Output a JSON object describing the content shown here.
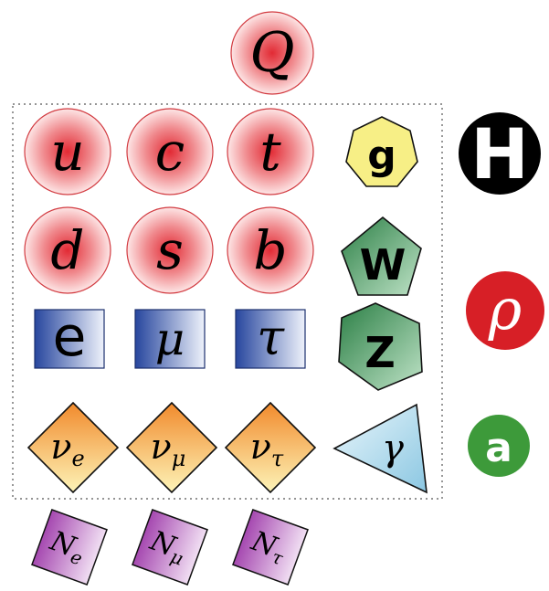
{
  "quarks": {
    "up_top": {
      "label": "Q"
    },
    "row1": [
      "u",
      "c",
      "t"
    ],
    "row2": [
      "d",
      "s",
      "b"
    ]
  },
  "leptons": {
    "charged": [
      "e",
      "μ",
      "τ"
    ],
    "neutrinos": [
      {
        "base": "ν",
        "sub": "e"
      },
      {
        "base": "ν",
        "sub": "μ"
      },
      {
        "base": "ν",
        "sub": "τ"
      }
    ],
    "sterile": [
      {
        "base": "N",
        "sub": "e"
      },
      {
        "base": "N",
        "sub": "μ"
      },
      {
        "base": "N",
        "sub": "τ"
      }
    ]
  },
  "bosons": {
    "gluon": "g",
    "w": "W",
    "z": "Z",
    "photon": "γ"
  },
  "extra": {
    "higgs": "H",
    "rho": "ρ",
    "axion": "a"
  },
  "colors": {
    "quark_fill": "#e8404a",
    "lepton_blue": "#2b4fa8",
    "neutrino_orange": "#f29a3a",
    "sterile_purple": "#a64fb0",
    "gluon_yellow": "#f7ef86",
    "wz_green": "#2e8a4c",
    "photon_blue": "#a9d6ea",
    "higgs_black": "#000000",
    "rho_red": "#d71f26",
    "axion_green": "#3d9a3a"
  }
}
